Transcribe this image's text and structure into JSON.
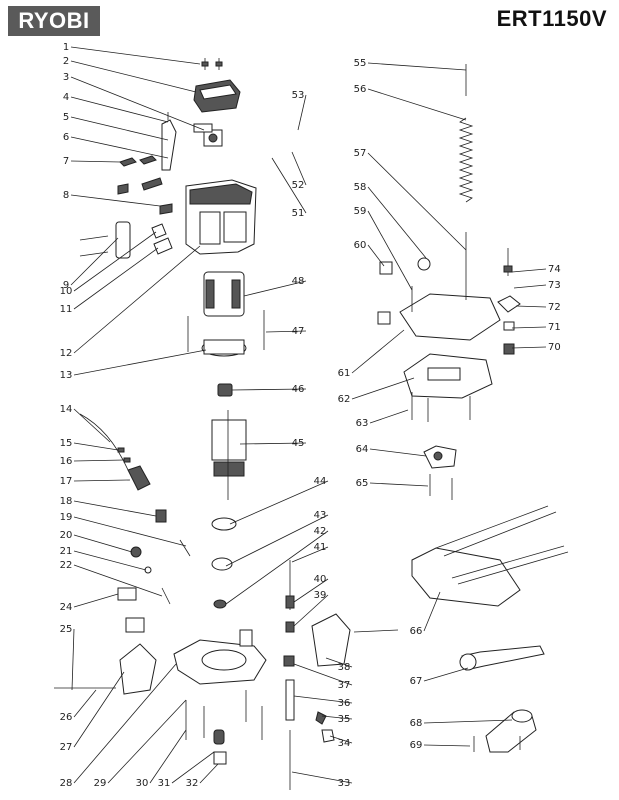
{
  "header": {
    "brand": "RYOBI",
    "model": "ERT1150V"
  },
  "callouts": [
    "1",
    "2",
    "3",
    "4",
    "5",
    "6",
    "7",
    "8",
    "9",
    "10",
    "11",
    "12",
    "13",
    "14",
    "15",
    "16",
    "17",
    "18",
    "19",
    "20",
    "21",
    "22",
    "24",
    "25",
    "26",
    "27",
    "28",
    "29",
    "30",
    "31",
    "32",
    "33",
    "34",
    "35",
    "36",
    "37",
    "38",
    "39",
    "40",
    "41",
    "42",
    "43",
    "44",
    "45",
    "46",
    "47",
    "48",
    "51",
    "52",
    "53",
    "55",
    "56",
    "57",
    "58",
    "59",
    "60",
    "61",
    "62",
    "63",
    "64",
    "65",
    "66",
    "67",
    "68",
    "69",
    "70",
    "71",
    "72",
    "73",
    "74"
  ],
  "colors": {
    "line": "#222222",
    "logo_bg": "#5a5a5a"
  }
}
